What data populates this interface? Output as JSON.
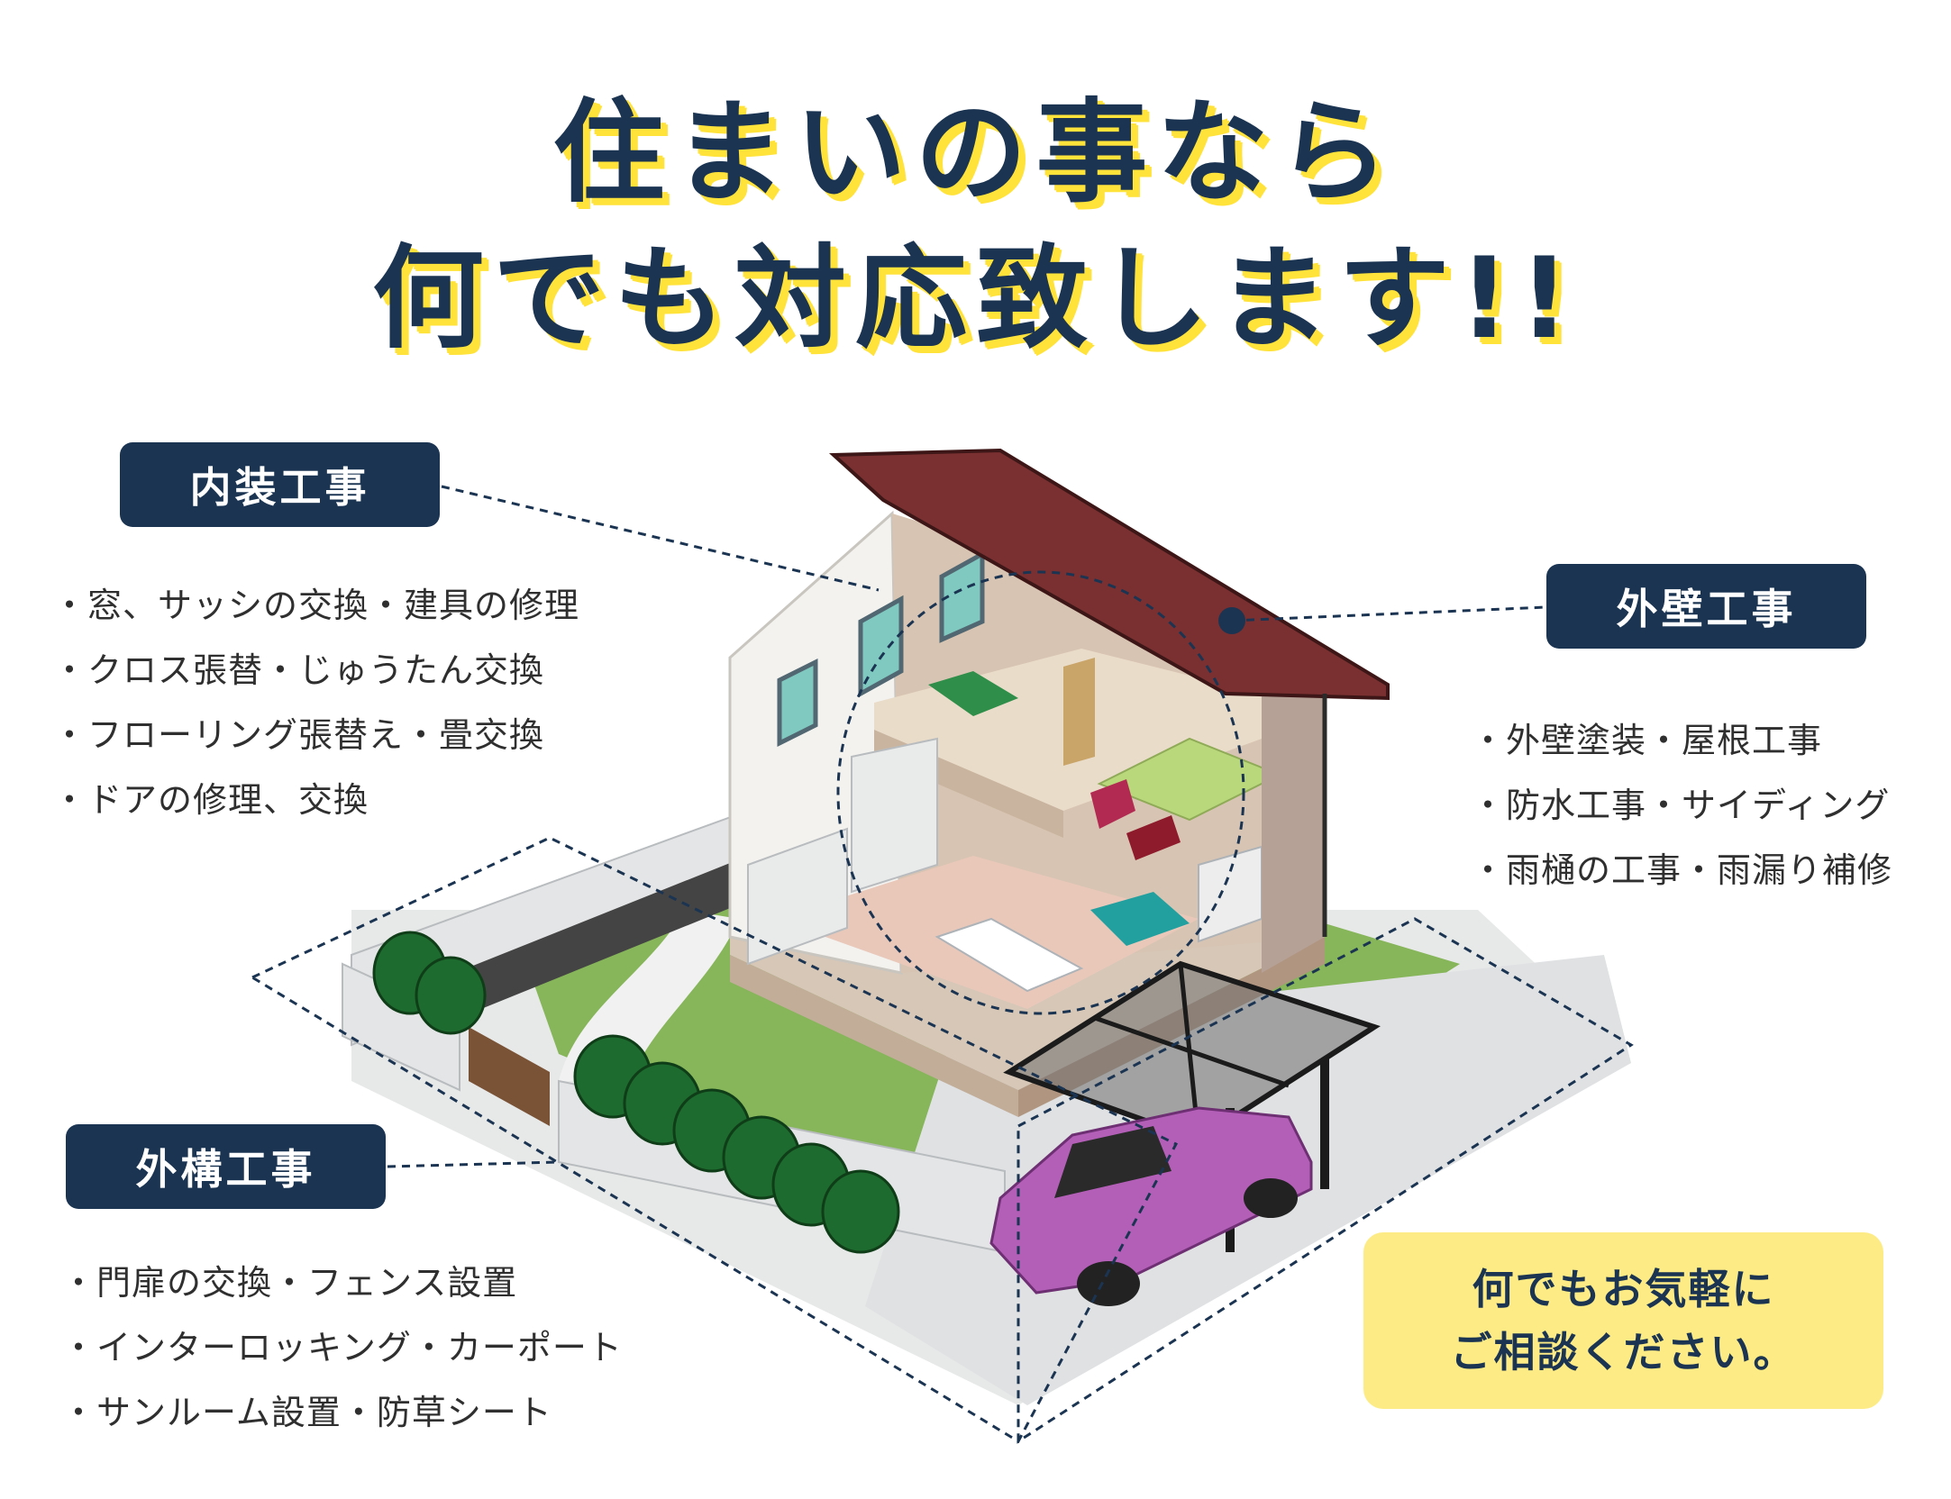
{
  "headline": {
    "line1": "住まいの事なら",
    "line2": "何でも対応致します!!"
  },
  "sections": {
    "interior": {
      "title": "内装工事",
      "items": [
        "・窓、サッシの交換・建具の修理",
        "・クロス張替・じゅうたん交換",
        "・フローリング張替え・畳交換",
        "・ドアの修理、交換"
      ]
    },
    "exterior_wall": {
      "title": "外壁工事",
      "items": [
        "・外壁塗装・屋根工事",
        "・防水工事・サイディング",
        "・雨樋の工事・雨漏り補修"
      ]
    },
    "exterior": {
      "title": "外構工事",
      "items": [
        "・門扉の交換・フェンス設置",
        "・インターロッキング・カーポート",
        "・サンルーム設置・防草シート"
      ]
    }
  },
  "callout": {
    "line1": "何でもお気軽に",
    "line2": "ご相談ください。"
  },
  "colors": {
    "navy": "#1b3452",
    "yellow_shadow": "#ffe23a",
    "callout_bg": "#fdec86",
    "roof": "#7a3030",
    "lawn": "#86b55a",
    "car": "#b35fb8"
  }
}
